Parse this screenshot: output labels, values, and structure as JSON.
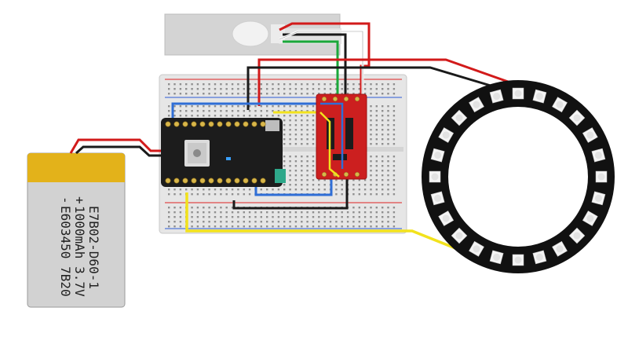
{
  "battery": {
    "line1": "E603450 7B20",
    "line2": "E7B02-D60-1",
    "line3": "1000mAh 3.7V",
    "plus": "+",
    "minus": "-"
  },
  "colors": {
    "wire_red": "#d21a1a",
    "wire_black": "#1a1a1a",
    "wire_yellow": "#f2e21c",
    "wire_blue": "#2f6ed6",
    "wire_green": "#1aa83a",
    "wire_white": "#ffffff",
    "breadboard": "#e6e6e6",
    "mcu_board": "#1c1c1c",
    "amp_board": "#cc1f1f",
    "ring": "#111111",
    "battery_body": "#d2d2d2",
    "battery_band": "#e3b21a"
  },
  "components": {
    "load_cell": "load-cell",
    "breadboard": "breadboard",
    "microcontroller": "particle-photon",
    "amplifier": "hx711-amplifier",
    "led_ring": "neopixel-ring",
    "battery": "lipo-battery"
  },
  "ring": {
    "led_count": 24
  }
}
